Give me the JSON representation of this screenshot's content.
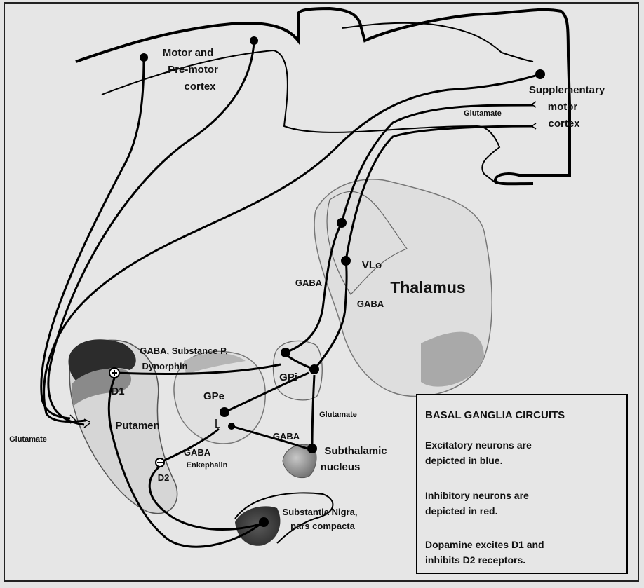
{
  "labels": {
    "motor_cortex": [
      "Motor and",
      "Pre-motor",
      "cortex"
    ],
    "supp_motor": [
      "Supplementary",
      "motor",
      "cortex"
    ],
    "glutamate_top": "Glutamate",
    "vlo": "VLo",
    "thalamus": "Thalamus",
    "gaba_left": "GABA",
    "gaba_right": "GABA",
    "gaba_substance": [
      "GABA, Substance P,",
      "Dynorphin"
    ],
    "d1": "D1",
    "gpe": "GPe",
    "gpi": "GPi",
    "glutamate_gpi": "Glutamate",
    "putamen": "Putamen",
    "glutamate_left": "Glutamate",
    "gaba_stn": "GABA",
    "gaba_enkephalin": [
      "GABA",
      "Enkephalin"
    ],
    "d2": "D2",
    "subthalamic": [
      "Subthalamic",
      "nucleus"
    ],
    "substantia": [
      "Substantia Nigra,",
      "pars compacta"
    ]
  },
  "legend": {
    "title": "BASAL GANGLIA CIRCUITS",
    "lines": [
      [
        "Excitatory neurons are",
        "depicted in blue."
      ],
      [
        "Inhibitory neurons are",
        "depicted in red."
      ],
      [
        "Dopamine excites D1 and",
        "inhibits D2 receptors."
      ]
    ]
  }
}
